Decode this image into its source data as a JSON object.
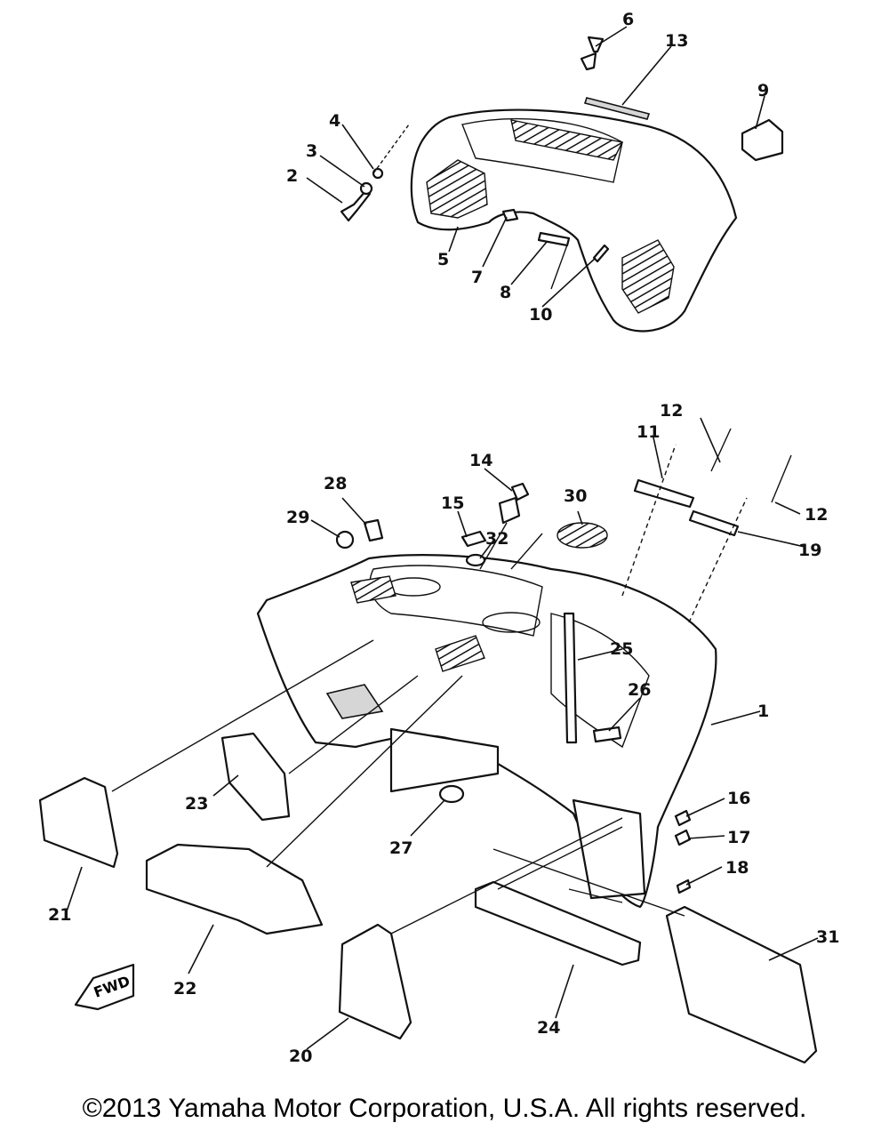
{
  "callouts": {
    "c1": "1",
    "c2": "2",
    "c3": "3",
    "c4": "4",
    "c5": "5",
    "c6": "6",
    "c7": "7",
    "c8": "8",
    "c9": "9",
    "c10": "10",
    "c11": "11",
    "c12a": "12",
    "c12b": "12",
    "c13": "13",
    "c14": "14",
    "c15": "15",
    "c16": "16",
    "c17": "17",
    "c18": "18",
    "c19": "19",
    "c20": "20",
    "c21": "21",
    "c22": "22",
    "c23": "23",
    "c24": "24",
    "c25": "25",
    "c26": "26",
    "c27": "27",
    "c28": "28",
    "c29": "29",
    "c30": "30",
    "c31": "31",
    "c32": "32"
  },
  "fwd_marker": "FWD",
  "copyright": "©2013 Yamaha Motor Corporation, U.S.A. All rights reserved."
}
